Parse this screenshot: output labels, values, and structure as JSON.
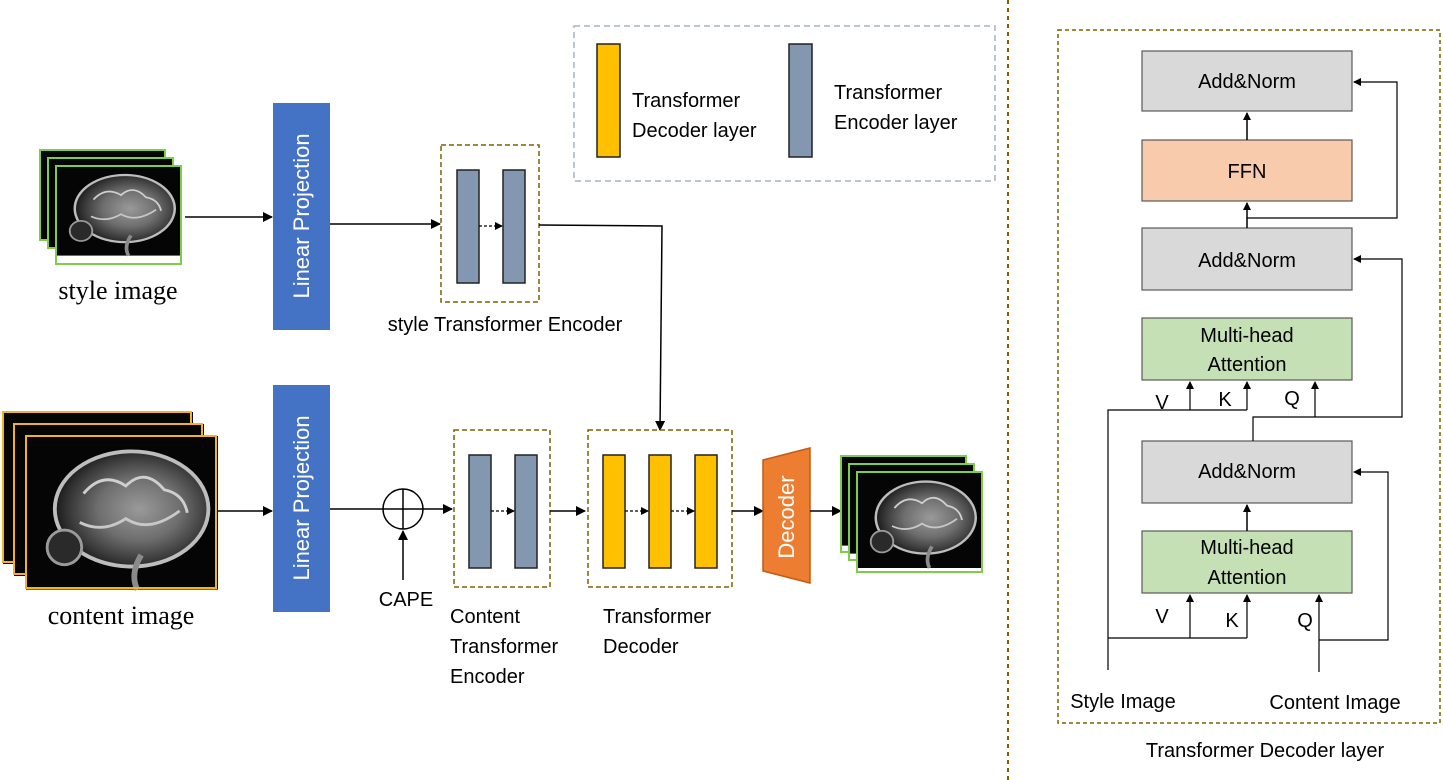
{
  "left": {
    "style_image_label": "style image",
    "content_image_label": "content image",
    "linear_projection_top": "Linear Projection",
    "linear_projection_bottom": "Linear Projection",
    "style_encoder_label": "style Transformer Encoder",
    "cape_label": "CAPE",
    "content_encoder_label": [
      "Content",
      "Transformer",
      "Encoder"
    ],
    "transformer_decoder_label": [
      "Transformer",
      "Decoder"
    ],
    "decoder_label": "Decoder"
  },
  "legend": {
    "decoder_layer": [
      "Transformer",
      "Decoder layer"
    ],
    "encoder_layer": [
      "Transformer",
      "Encoder layer"
    ]
  },
  "right": {
    "add_norm_top": "Add&Norm",
    "ffn": "FFN",
    "add_norm_mid": "Add&Norm",
    "mha_top": [
      "Multi-head",
      "Attention"
    ],
    "add_norm_bottom": "Add&Norm",
    "mha_bottom": [
      "Multi-head",
      "Attention"
    ],
    "v_top": "V",
    "k_top": "K",
    "q_top": "Q",
    "v_bottom": "V",
    "k_bottom": "K",
    "q_bottom": "Q",
    "style_input": "Style Image",
    "content_input": "Content Image",
    "caption": "Transformer Decoder layer"
  },
  "colors": {
    "linear_projection": "#4472c4",
    "encoder_layer": "#8497b0",
    "decoder_layer": "#ffc000",
    "decoder": "#ed7d31",
    "add_norm": "#d9d9d9",
    "ffn": "#f8cbad",
    "attention": "#c5e0b4",
    "style_frame": "#7dcc4a",
    "content_frame": "#f2b31c"
  }
}
